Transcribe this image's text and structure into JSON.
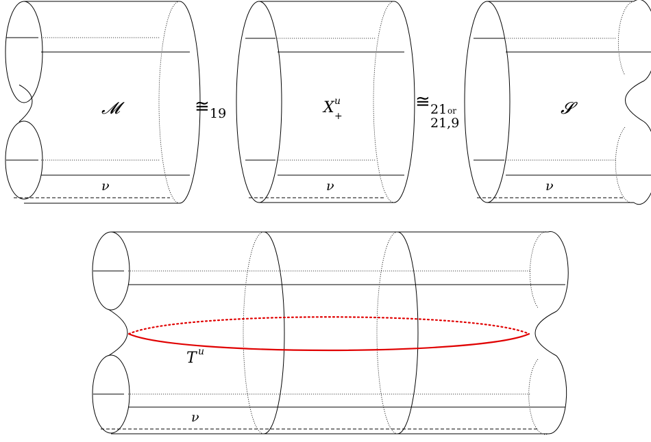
{
  "panels": {
    "m": {
      "label": "𝓜",
      "nu": "ν"
    },
    "x": {
      "base": "X",
      "sup": "u",
      "sub": "+",
      "nu": "ν"
    },
    "s": {
      "label": "𝓢",
      "nu": "ν"
    }
  },
  "relations": {
    "first": {
      "symbol": "≅",
      "subscript": "19"
    },
    "second": {
      "symbol": "≅",
      "subscript_line1": "21",
      "subscript_or": "or",
      "subscript_line2": "21,9"
    }
  },
  "bottom": {
    "curve_base": "T",
    "curve_sup": "u",
    "nu": "ν",
    "curve_color": "#e00000"
  }
}
